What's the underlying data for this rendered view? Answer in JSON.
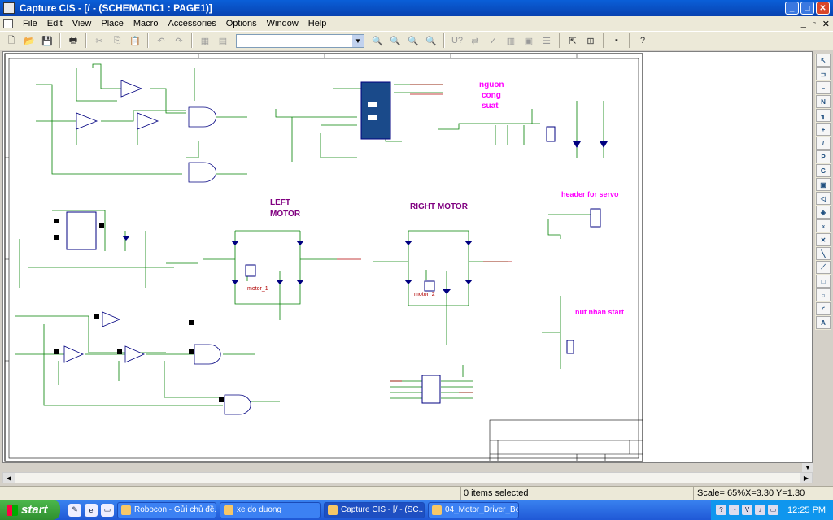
{
  "window": {
    "title": "Capture CIS - [/ - (SCHEMATIC1 : PAGE1)]",
    "min": "_",
    "max": "□",
    "close": "✕"
  },
  "menu": {
    "items": [
      "File",
      "Edit",
      "View",
      "Place",
      "Macro",
      "Accessories",
      "Options",
      "Window",
      "Help"
    ],
    "mdi_min": "_",
    "mdi_restore": "▫",
    "mdi_close": "✕"
  },
  "toolbar": {
    "part_combo_value": ""
  },
  "schematic": {
    "labels": {
      "nguon": "nguon",
      "cong": "cong",
      "suat": "suat",
      "left": "LEFT",
      "motor": "MOTOR",
      "right_motor": "RIGHT MOTOR",
      "header_servo": "header for servo",
      "nut_nhan": "nut nhan start",
      "motor_1": "motor_1",
      "motor_2": "motor_2"
    },
    "colors": {
      "wire": "#008000",
      "part": "#000080",
      "label": "#800080",
      "pink": "#ff00ff",
      "net": "#b00000"
    }
  },
  "status": {
    "items_selected": "0 items selected",
    "scale": "Scale= 65%",
    "coords": "X=3.30  Y=1.30"
  },
  "taskbar": {
    "start": "start",
    "tasks": [
      "Robocon - Gửi chủ đề...",
      "xe do duong",
      "Capture CIS - [/ - (SC...",
      "04_Motor_Driver_Bo..."
    ],
    "clock": "12:25 PM"
  }
}
